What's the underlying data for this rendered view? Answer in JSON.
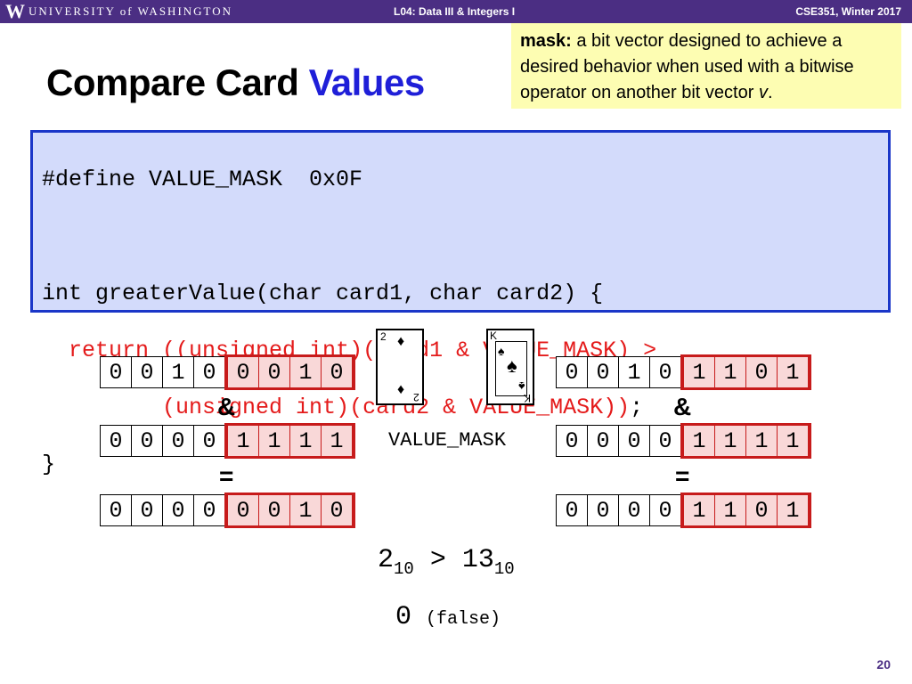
{
  "header": {
    "logo_letter": "W",
    "university": "UNIVERSITY of WASHINGTON",
    "lecture": "L04: Data III & Integers I",
    "course": "CSE351, Winter 2017"
  },
  "title": {
    "prefix": "Compare Card ",
    "highlight": "Values"
  },
  "note": {
    "term": "mask:",
    "text_part1": " a bit vector designed to achieve a desired behavior when used with a bitwise operator on another bit vector ",
    "var": "v",
    "text_part2": "."
  },
  "code": {
    "line1": "#define VALUE_MASK  0x0F",
    "line2": "",
    "line3": "int greaterValue(char card1, char card2) {",
    "line4_indent": "  ",
    "line4_red": "return ((unsigned int)(card1 & VALUE_MASK) >",
    "line5_indent": "         ",
    "line5_red": "(unsigned int)(card2 & VALUE_MASK))",
    "line5_end": ";",
    "line6": "}"
  },
  "left": {
    "card1": [
      "0",
      "0",
      "1",
      "0",
      "0",
      "0",
      "1",
      "0"
    ],
    "op1": "&",
    "mask": [
      "0",
      "0",
      "0",
      "0",
      "1",
      "1",
      "1",
      "1"
    ],
    "op2": "=",
    "result": [
      "0",
      "0",
      "0",
      "0",
      "0",
      "0",
      "1",
      "0"
    ]
  },
  "right": {
    "card2": [
      "0",
      "0",
      "1",
      "0",
      "1",
      "1",
      "0",
      "1"
    ],
    "op1": "&",
    "mask": [
      "0",
      "0",
      "0",
      "0",
      "1",
      "1",
      "1",
      "1"
    ],
    "op2": "=",
    "result": [
      "0",
      "0",
      "0",
      "0",
      "1",
      "1",
      "0",
      "1"
    ]
  },
  "mask_label": "VALUE_MASK",
  "cards": {
    "left_rank": "2",
    "left_suit": "♦",
    "right_rank": "K",
    "right_suit": "♠"
  },
  "comparison": {
    "lhs": "2",
    "lhs_base": "10",
    "operator": " > ",
    "rhs": "13",
    "rhs_base": "10"
  },
  "answer": {
    "value": "0",
    "note": "(false)"
  },
  "page_number": "20"
}
